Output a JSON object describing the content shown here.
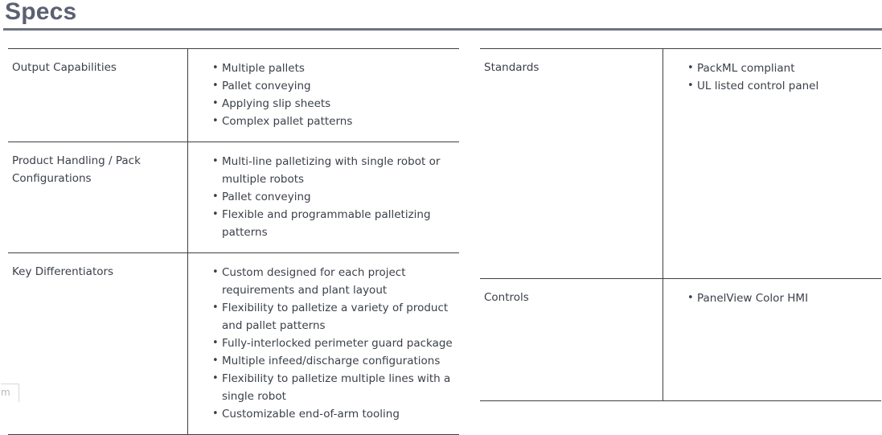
{
  "header": {
    "title": "Specs"
  },
  "artifact": {
    "glyph": "m"
  },
  "tables": {
    "left": {
      "rows": [
        {
          "label": "Output Capabilities",
          "items": [
            "Multiple pallets",
            "Pallet conveying",
            "Applying slip sheets",
            "Complex pallet patterns"
          ]
        },
        {
          "label": "Product Handling / Pack Configurations",
          "items": [
            "Multi-line palletizing with single robot or multiple robots",
            "Pallet conveying",
            "Flexible and programmable palletizing patterns"
          ]
        },
        {
          "label": "Key Differentiators",
          "items": [
            "Custom designed for each project requirements and plant layout",
            "Flexibility to palletize a variety of product and pallet patterns",
            "Fully-interlocked perimeter guard package",
            "Multiple infeed/discharge configurations",
            "Flexibility to palletize multiple lines with a single robot",
            "Customizable end-of-arm tooling"
          ]
        }
      ]
    },
    "right": {
      "rows": [
        {
          "label": "Standards",
          "items": [
            "PackML compliant",
            "UL listed control panel"
          ]
        },
        {
          "label": "Controls",
          "items": [
            "PanelView Color HMI"
          ]
        }
      ]
    }
  },
  "bullet_glyph": "•",
  "colors": {
    "text": "#3b4049",
    "title": "#5a6170",
    "rule": "#6e7480",
    "table_border": "#3f3f3f"
  }
}
